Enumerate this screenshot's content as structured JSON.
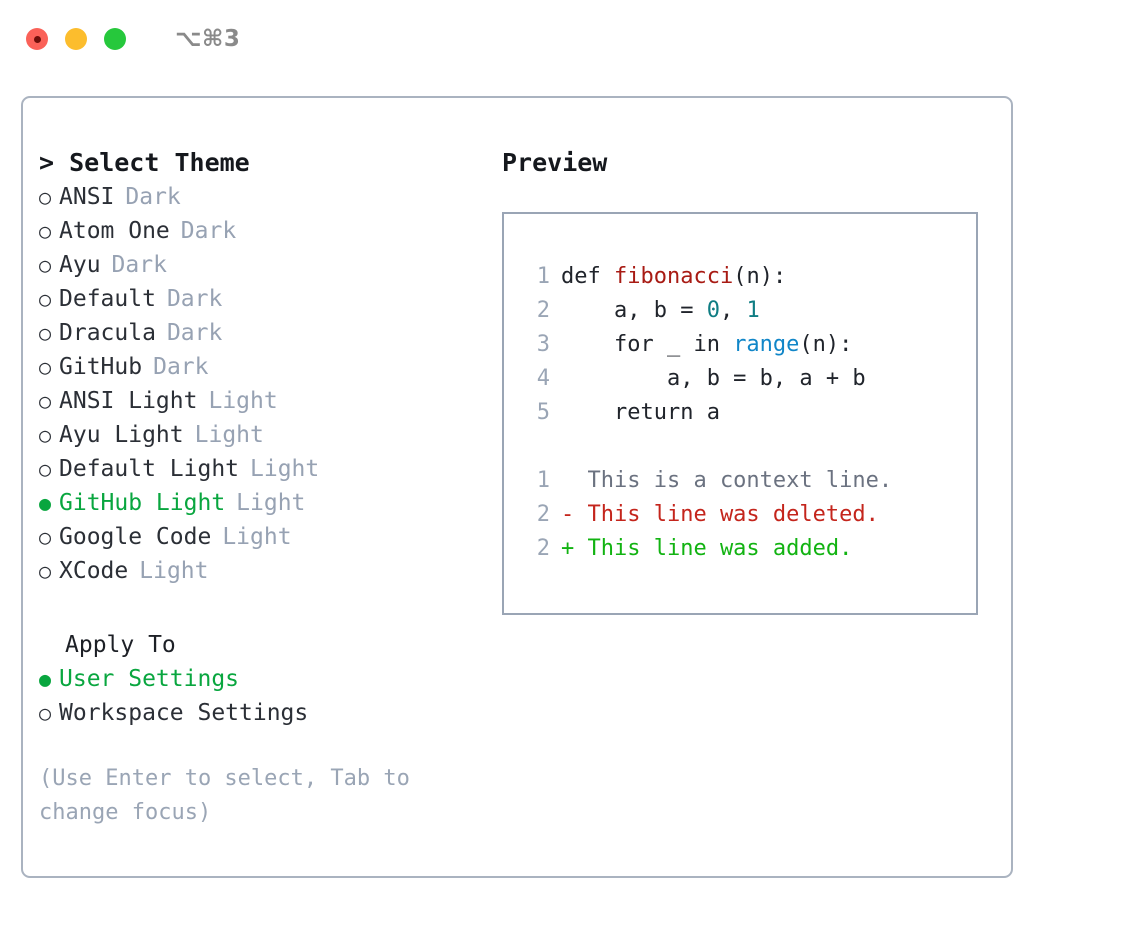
{
  "titlebar": {
    "shortcut": "⌥⌘3",
    "lights": [
      {
        "name": "close",
        "color": "#fa6158"
      },
      {
        "name": "minimize",
        "color": "#fcbd2d"
      },
      {
        "name": "zoom",
        "color": "#26c83c"
      }
    ]
  },
  "colors": {
    "accent_green": "#09a63f",
    "muted": "#97a2b3",
    "border": "#aab3c0",
    "code_fn": "#a81b14",
    "code_num": "#0f7d83",
    "code_builtin": "#1186c8",
    "diff_del": "#c4251c",
    "diff_add": "#12b312"
  },
  "theme_list": {
    "title": "> Select Theme",
    "items": [
      {
        "bullet": "○",
        "name": "ANSI",
        "kind": "Dark",
        "selected": false
      },
      {
        "bullet": "○",
        "name": "Atom One",
        "kind": "Dark",
        "selected": false
      },
      {
        "bullet": "○",
        "name": "Ayu",
        "kind": "Dark",
        "selected": false
      },
      {
        "bullet": "○",
        "name": "Default",
        "kind": "Dark",
        "selected": false
      },
      {
        "bullet": "○",
        "name": "Dracula",
        "kind": "Dark",
        "selected": false
      },
      {
        "bullet": "○",
        "name": "GitHub",
        "kind": "Dark",
        "selected": false
      },
      {
        "bullet": "○",
        "name": "ANSI Light",
        "kind": "Light",
        "selected": false
      },
      {
        "bullet": "○",
        "name": "Ayu Light",
        "kind": "Light",
        "selected": false
      },
      {
        "bullet": "○",
        "name": "Default Light",
        "kind": "Light",
        "selected": false
      },
      {
        "bullet": "●",
        "name": "GitHub Light",
        "kind": "Light",
        "selected": true
      },
      {
        "bullet": "○",
        "name": "Google Code",
        "kind": "Light",
        "selected": false
      },
      {
        "bullet": "○",
        "name": "XCode",
        "kind": "Light",
        "selected": false
      }
    ]
  },
  "apply_to": {
    "title": "Apply To",
    "options": [
      {
        "bullet": "●",
        "label": "User Settings",
        "selected": true
      },
      {
        "bullet": "○",
        "label": "Workspace Settings",
        "selected": false
      }
    ]
  },
  "hint": "(Use Enter to select, Tab to change focus)",
  "preview": {
    "title": "Preview",
    "code_lines": [
      {
        "lineno": "1",
        "segments": [
          {
            "text": "def ",
            "token": "plain"
          },
          {
            "text": "fibonacci",
            "token": "fn"
          },
          {
            "text": "(n):",
            "token": "plain"
          }
        ]
      },
      {
        "lineno": "2",
        "segments": [
          {
            "text": "    a, b = ",
            "token": "plain"
          },
          {
            "text": "0",
            "token": "num"
          },
          {
            "text": ", ",
            "token": "plain"
          },
          {
            "text": "1",
            "token": "num"
          }
        ]
      },
      {
        "lineno": "3",
        "segments": [
          {
            "text": "    for _ in ",
            "token": "plain"
          },
          {
            "text": "range",
            "token": "builtin"
          },
          {
            "text": "(n):",
            "token": "plain"
          }
        ]
      },
      {
        "lineno": "4",
        "segments": [
          {
            "text": "        a, b = b, a + b",
            "token": "plain"
          }
        ]
      },
      {
        "lineno": "5",
        "segments": [
          {
            "text": "    return a",
            "token": "plain"
          }
        ]
      }
    ],
    "diff_lines": [
      {
        "lineno": "1",
        "marker": " ",
        "text": "  This is a context line.",
        "kind": "context"
      },
      {
        "lineno": "2",
        "marker": "-",
        "text": "- This line was deleted.",
        "kind": "deleted"
      },
      {
        "lineno": "2",
        "marker": "+",
        "text": "+ This line was added.",
        "kind": "added"
      }
    ]
  }
}
